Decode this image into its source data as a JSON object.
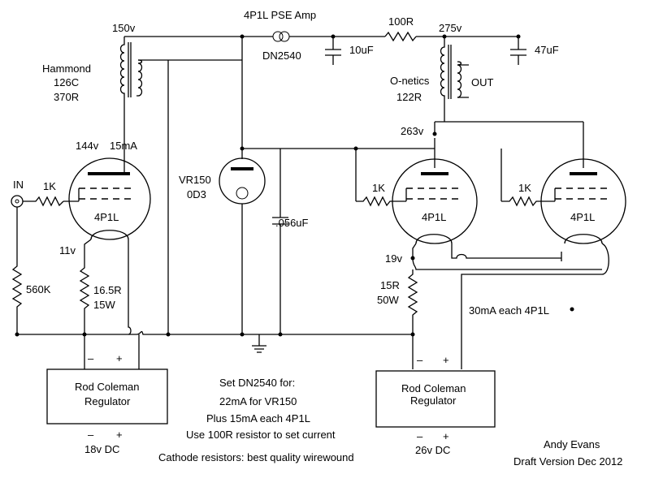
{
  "title": "4P1L PSE Amp",
  "supply": {
    "v150": "150v",
    "choke_label_1": "Hammond",
    "choke_label_2": "126C",
    "choke_label_3": "370R",
    "ccs": "DN2540",
    "cap1": "10uF",
    "r_series": "100R",
    "v275": "275v",
    "cap2": "47uF"
  },
  "output": {
    "xfmr_label_1": "O-netics",
    "xfmr_label_2": "122R",
    "out": "OUT",
    "v263": "263v"
  },
  "driver": {
    "v_anode": "144v",
    "i_anode": "15mA",
    "in": "IN",
    "grid_r": "1K",
    "tube": "4P1L",
    "v_cathode": "11v",
    "r_grid_leak": "560K",
    "r_cathode_1": "16.5R",
    "r_cathode_2": "15W"
  },
  "reference": {
    "tube_1": "VR150",
    "tube_2": "0D3",
    "cap": ".056uF"
  },
  "output_stage": {
    "grid_r_a": "1K",
    "grid_r_b": "1K",
    "tube_a": "4P1L",
    "tube_b": "4P1L",
    "v_cathode": "19v",
    "r_cathode_1": "15R",
    "r_cathode_2": "50W",
    "current_note": "30mA each 4P1L"
  },
  "regulators": {
    "left_1": "Rod Coleman",
    "left_2": "Regulator",
    "left_input": "18v DC",
    "right_1": "Rod Coleman",
    "right_2": "Regulator",
    "right_input": "26v DC",
    "minus": "–",
    "plus": "+"
  },
  "notes": {
    "line1": "Set DN2540 for:",
    "line2": "22mA for VR150",
    "line3": "Plus 15mA each 4P1L",
    "line4": "Use 100R resistor to set current",
    "line5": "Cathode resistors: best quality wirewound"
  },
  "credits": {
    "author": "Andy Evans",
    "version": "Draft Version Dec 2012"
  }
}
